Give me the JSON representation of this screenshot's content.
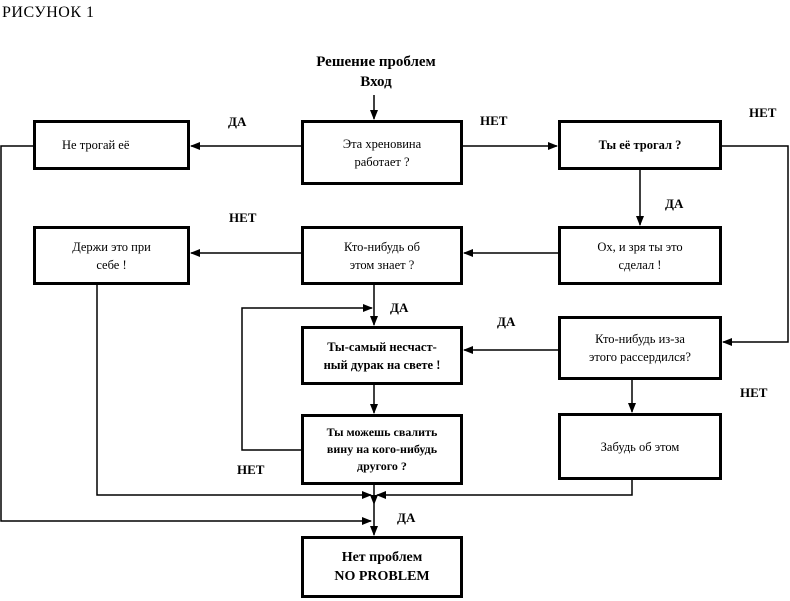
{
  "caption": "РИСУНОК 1",
  "header": {
    "title": "Решение проблем",
    "entry": "Вход"
  },
  "nodes": {
    "works": [
      "Эта хреновина",
      "работает ?"
    ],
    "dont_touch": [
      "Не трогай её"
    ],
    "touched": [
      "Ты её трогал ?"
    ],
    "regret": [
      "Ох, и зря ты это",
      "сделал !"
    ],
    "knows": [
      "Кто-нибудь об",
      "этом знает ?"
    ],
    "keep": [
      "Держи это при",
      "себе !"
    ],
    "angry": [
      "Кто-нибудь из-за",
      "этого рассердился?"
    ],
    "forget": [
      "Забудь об этом"
    ],
    "unlucky": [
      "Ты-самый несчаст-",
      "ный дурак на свете !"
    ],
    "blame": [
      "Ты можешь свалить",
      "вину на кого-нибудь",
      "другого ?"
    ],
    "end": [
      "Нет  проблем",
      "NO PROBLEM"
    ]
  },
  "edges": [
    {
      "id": "works-yes",
      "label": "ДА"
    },
    {
      "id": "works-no",
      "label": "НЕТ"
    },
    {
      "id": "touched-no",
      "label": "НЕТ"
    },
    {
      "id": "touched-yes",
      "label": "ДА"
    },
    {
      "id": "knows-no",
      "label": "НЕТ"
    },
    {
      "id": "knows-yes",
      "label": "ДА"
    },
    {
      "id": "angry-yes",
      "label": "ДА"
    },
    {
      "id": "angry-no",
      "label": "НЕТ"
    },
    {
      "id": "blame-no",
      "label": "НЕТ"
    },
    {
      "id": "blame-yes",
      "label": "ДА"
    }
  ]
}
